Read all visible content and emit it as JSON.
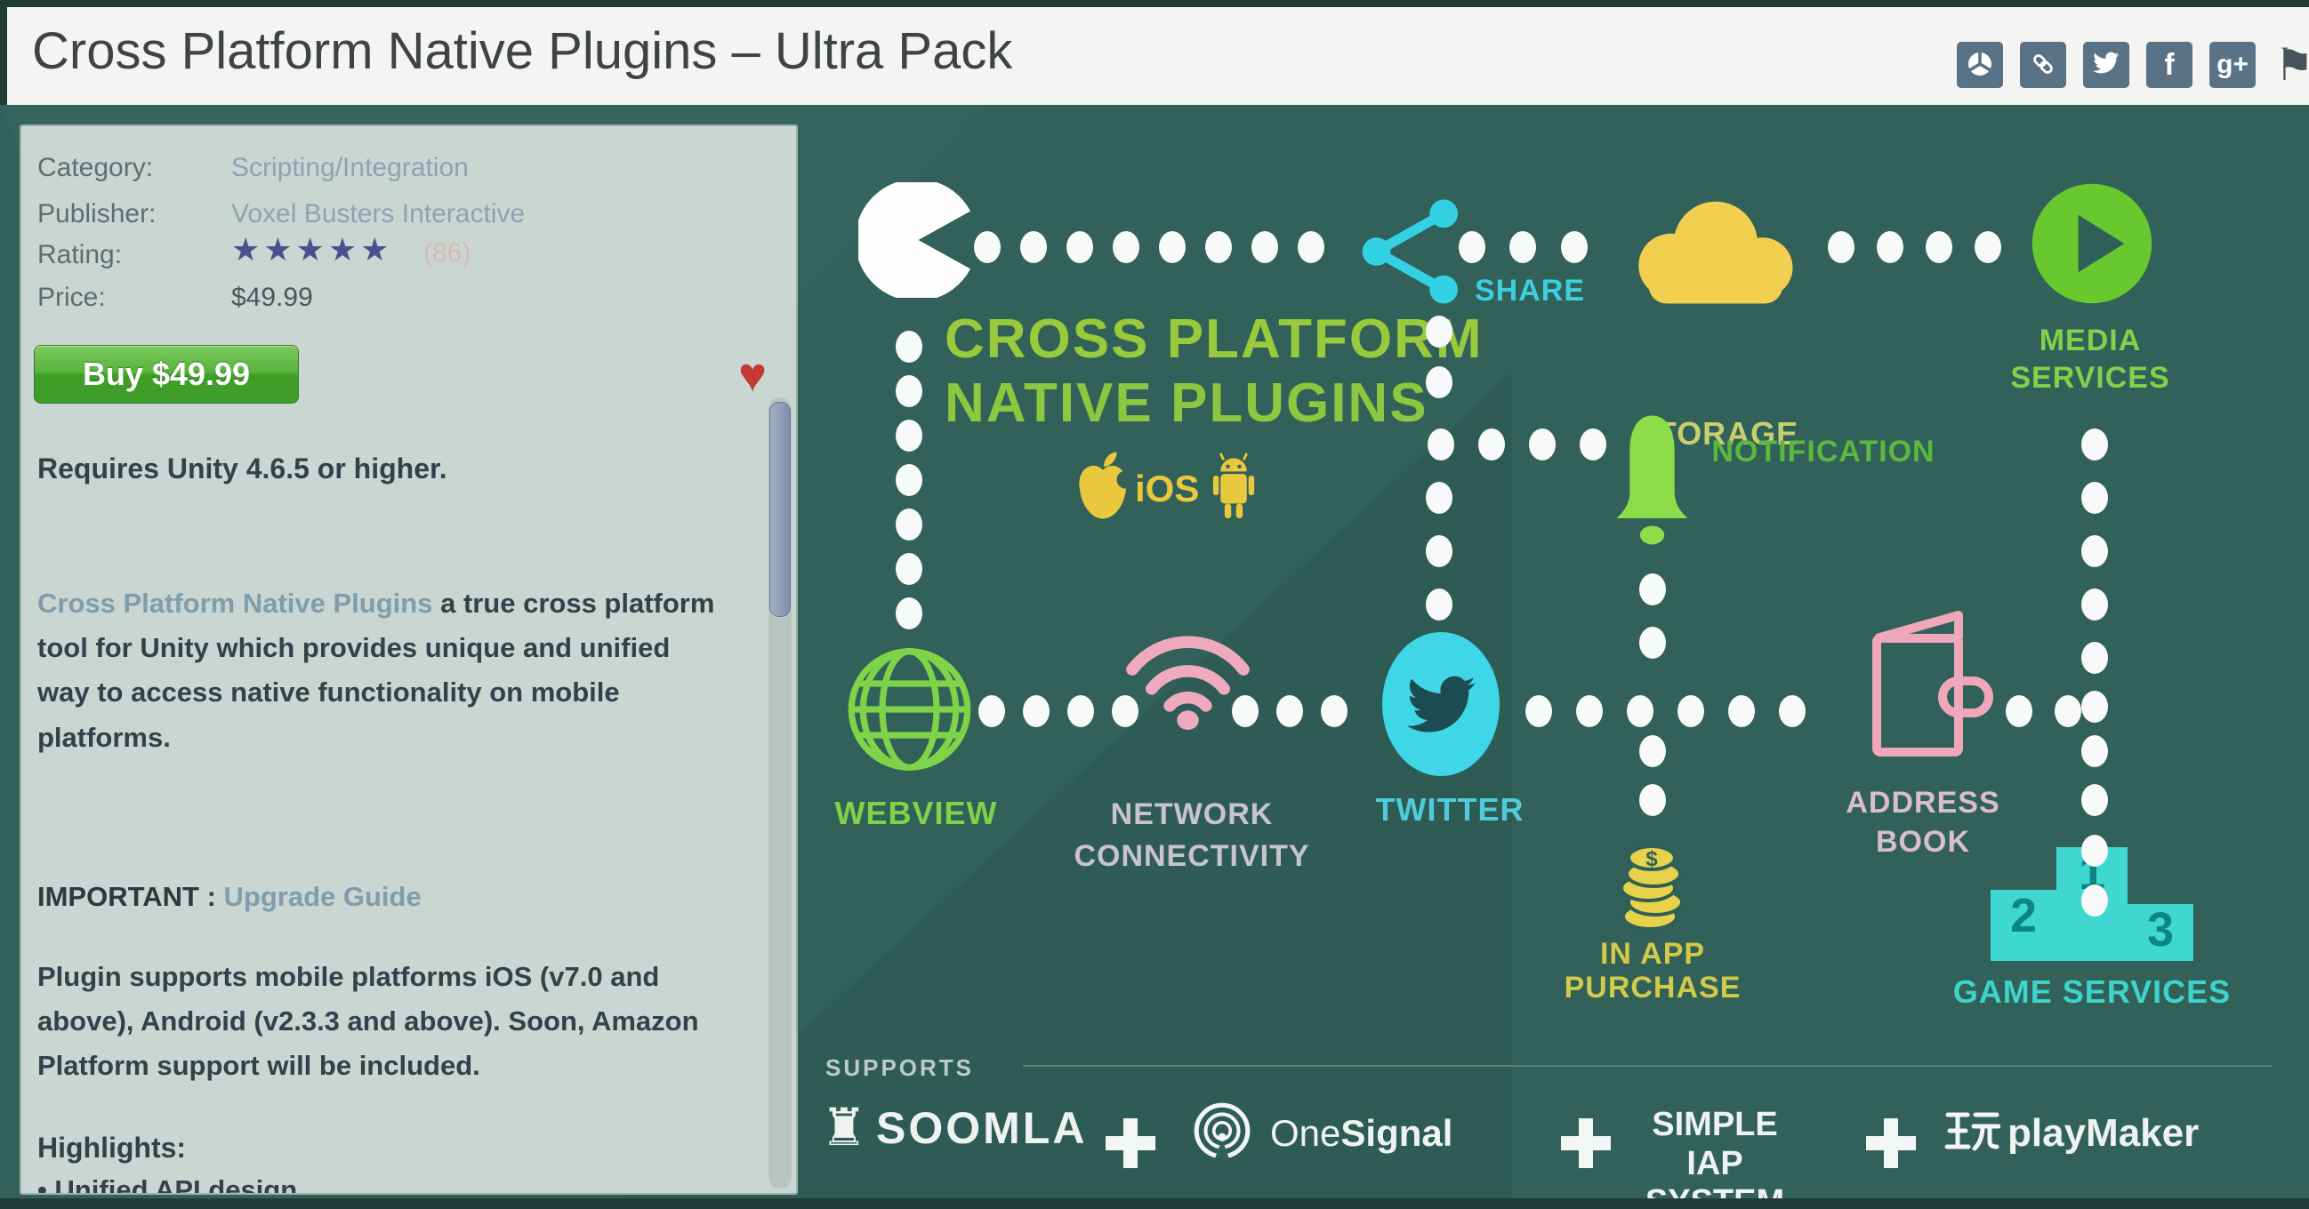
{
  "header": {
    "title": "Cross Platform Native Plugins – Ultra Pack",
    "social_buttons": [
      "unity-icon",
      "link-icon",
      "twitter-icon",
      "facebook-icon",
      "google-plus-icon",
      "flag-icon"
    ],
    "facebook_glyph": "f",
    "gplus_glyph": "g+",
    "flag_glyph": "⚑"
  },
  "sidebar": {
    "fields": [
      {
        "label": "Category:",
        "value": "Scripting/Integration"
      },
      {
        "label": "Publisher:",
        "value": "Voxel Busters Interactive"
      }
    ],
    "rating": {
      "label": "Rating:",
      "stars": "★★★★★",
      "count": "(86)"
    },
    "price": {
      "label": "Price:",
      "value": "$49.99"
    },
    "buy_button_label": "Buy $49.99",
    "favorite_icon_glyph": "♥",
    "requires_text": "Requires Unity 4.6.5 or higher.",
    "description": {
      "link_text": "Cross Platform Native Plugins",
      "rest_text": " a true cross platform tool for Unity which provides unique and unified way to access native functionality on mobile platforms."
    },
    "important": {
      "label": "IMPORTANT",
      "separator": " : ",
      "link_text": "Upgrade Guide"
    },
    "platforms_text": "Plugin supports mobile platforms iOS (v7.0 and above), Android (v2.3.3 and above). Soon, Amazon Platform support will be included.",
    "highlights_label": "Highlights:",
    "highlights_first_item": "• Unified API design"
  },
  "infographic": {
    "title_line1": "CROSS PLATFORM",
    "title_line2": "NATIVE PLUGINS",
    "ios_label": "iOS",
    "labels": {
      "share": "SHARE",
      "storage": "STORAGE",
      "media_line1": "MEDIA",
      "media_line2": "SERVICES",
      "notification": "NOTIFICATION",
      "webview": "WEBVIEW",
      "network_line1": "NETWORK",
      "network_line2": "CONNECTIVITY",
      "twitter": "TWITTER",
      "address_line1": "ADDRESS",
      "address_line2": "BOOK",
      "iap_line1": "IN APP",
      "iap_line2": "PURCHASE",
      "game": "GAME SERVICES"
    },
    "podium": {
      "first": "1",
      "second": "2",
      "third": "3"
    },
    "coin_symbol": "$",
    "supports_label": "SUPPORTS",
    "partners": {
      "soomla": "SOOMLA",
      "onesignal_light": "One",
      "onesignal_bold": "Signal",
      "simple_iap_line1": "SIMPLE IAP",
      "simple_iap_line2": "SYSTEM",
      "playmaker": "playMaker"
    }
  },
  "colors": {
    "background_teal": "#316159",
    "panel_gray": "#cad6d1",
    "buy_green": "#459e2a",
    "heart_red": "#c23a31",
    "accent_cyan": "#32d2e4",
    "accent_yellow": "#f3cf4f",
    "accent_green": "#7ed348",
    "accent_pink": "#efaabf",
    "accent_turquoise": "#3fd8d0",
    "star_blue": "#47538f",
    "link_gray_blue": "#8ba4b0"
  }
}
